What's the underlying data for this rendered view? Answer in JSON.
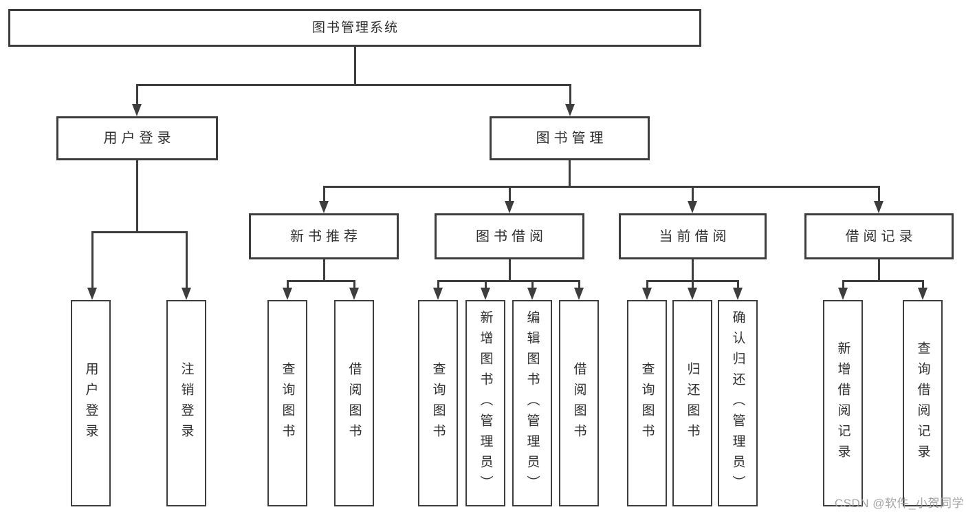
{
  "colors": {
    "background": "#ffffff",
    "line": "#3d3d3d",
    "text": "#2f2f2f",
    "watermark": "#9c9c9c"
  },
  "watermark": {
    "text": "CSDN @软件_小贺同学"
  },
  "tree": {
    "root": {
      "label": "图书管理系统"
    },
    "branches": [
      {
        "label": "用户登录",
        "children": [
          "用户登录",
          "注销登录"
        ]
      },
      {
        "label": "图书管理",
        "children": [
          {
            "label": "新书推荐",
            "children": [
              "查询图书",
              "借阅图书"
            ]
          },
          {
            "label": "图书借阅",
            "children": [
              "查询图书",
              "新增图书（管理员）",
              "编辑图书（管理员）",
              "借阅图书"
            ]
          },
          {
            "label": "当前借阅",
            "children": [
              "查询图书",
              "归还图书",
              "确认归还（管理员）"
            ]
          },
          {
            "label": "借阅记录",
            "children": [
              "新增借阅记录",
              "查询借阅记录"
            ]
          }
        ]
      }
    ]
  }
}
